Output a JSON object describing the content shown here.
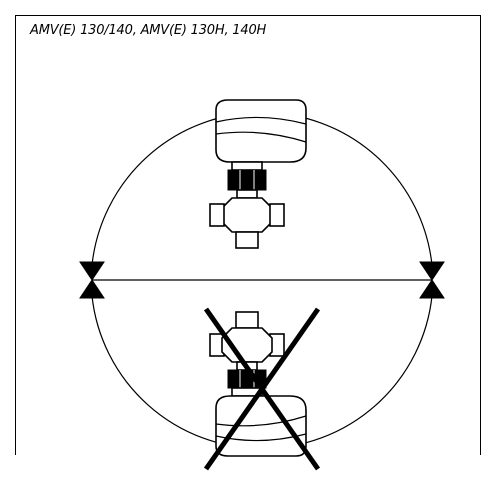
{
  "caption": "AMV(E) 130/140, AMV(E) 130H, 140H",
  "figure": {
    "top_orientation": "allowed",
    "bottom_orientation": "not-allowed",
    "cross_mark_color": "#000000"
  }
}
